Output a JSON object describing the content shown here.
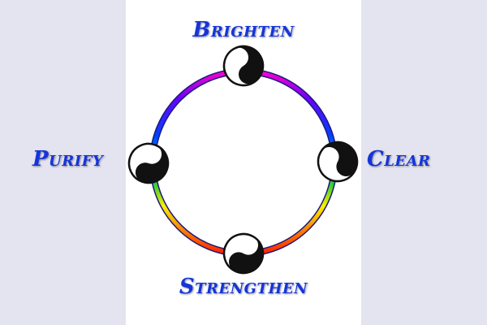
{
  "labels": {
    "top": "Brighten",
    "bottom": "Strengthen",
    "left": "Purify",
    "right": "Clear"
  },
  "colors": {
    "label": "#1535d8",
    "panel_background": "#ffffff",
    "page_background": "#e4e4f0",
    "ring_gradient": [
      "#ff00cc",
      "#6a00ff",
      "#0040ff",
      "#00aaff",
      "#33cc33",
      "#ffee00",
      "#ff8800",
      "#ff2200"
    ]
  },
  "icons": [
    "yin-yang-icon",
    "yin-yang-icon",
    "yin-yang-icon",
    "yin-yang-icon"
  ]
}
